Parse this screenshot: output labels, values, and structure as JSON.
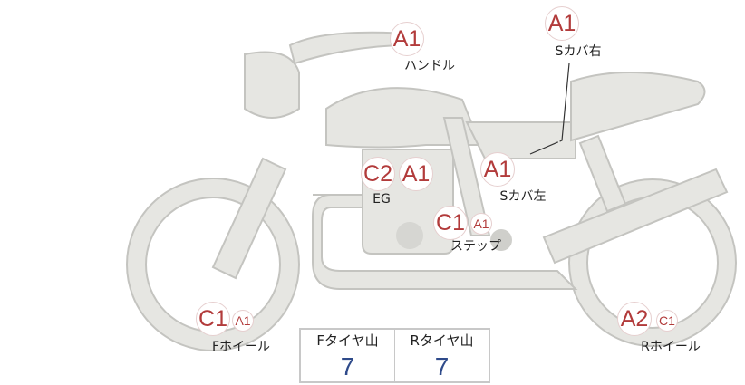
{
  "parts": [
    {
      "name": "handle",
      "label": "ハンドル",
      "badges": [
        "A1"
      ]
    },
    {
      "name": "side-cover-right",
      "label": "Sカバ右",
      "badges": [
        "A1"
      ]
    },
    {
      "name": "engine",
      "label": "EG",
      "badges": [
        "C2",
        "A1"
      ]
    },
    {
      "name": "side-cover-left",
      "label": "Sカバ左",
      "badges": [
        "A1"
      ]
    },
    {
      "name": "step",
      "label": "ステップ",
      "badges": [
        "C1",
        "A1"
      ]
    },
    {
      "name": "front-wheel",
      "label": "Fホイール",
      "badges": [
        "C1",
        "A1"
      ]
    },
    {
      "name": "rear-wheel",
      "label": "Rホイール",
      "badges": [
        "A2",
        "C1"
      ]
    }
  ],
  "tire_table": {
    "headers": [
      "Fタイヤ山",
      "Rタイヤ山"
    ],
    "values": [
      "7",
      "7"
    ]
  },
  "colors": {
    "badge_text": "#b23b3b",
    "value_text": "#2e4a8a",
    "bike_fill": "#e6e6e2",
    "bike_stroke": "#c4c4c0"
  }
}
